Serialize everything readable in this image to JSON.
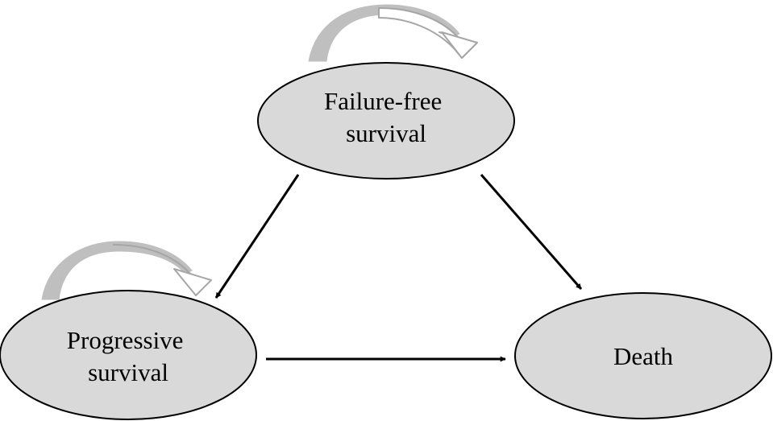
{
  "diagram": {
    "states": {
      "failure_free": {
        "line1": "Failure-free",
        "line2": "survival"
      },
      "progressive": {
        "line1": "Progressive",
        "line2": "survival"
      },
      "death": {
        "label": "Death"
      }
    },
    "colors": {
      "state_fill": "#d9d9d9",
      "state_stroke": "#000000",
      "arrow": "#000000",
      "self_loop_fill": "#bfbfbf",
      "self_loop_outline": "#a6a6a6"
    }
  }
}
